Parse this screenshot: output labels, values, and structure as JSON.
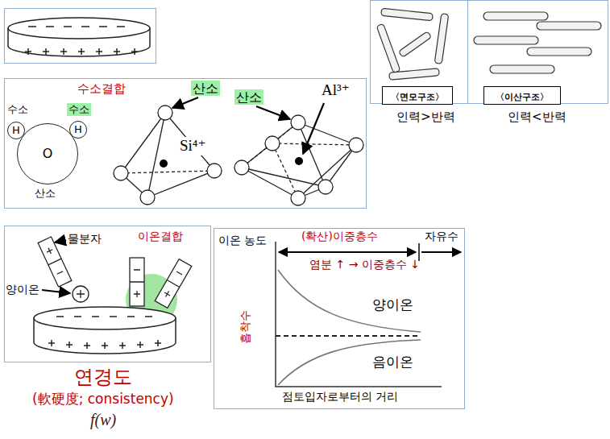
{
  "diagram": {
    "nodes": [
      {
        "text": [
          "〈면모구조〉"
        ]
      },
      {
        "text": [
          "〈이산구조〉"
        ]
      },
      {
        "text": [
          "수소결합",
          "수소",
          "산소",
          "Si⁴⁺",
          "Al³⁺"
        ]
      },
      {
        "text": [
          "O"
        ],
        "in": 2
      },
      {
        "text": [
          "H"
        ],
        "in": 2
      },
      {
        "text": [
          "H"
        ],
        "in": 2
      },
      {
        "text": [
          "수소"
        ],
        "in": 2
      },
      {
        "text": [
          "산소"
        ],
        "in": 2
      },
      {
        "text": [
          "산소"
        ],
        "in": 2
      },
      {
        "text": [
          "물분자",
          "이온결합",
          "양이온"
        ]
      },
      {
        "text": [
          "이온 농도",
          "(확산)이중층수",
          "자유수",
          "염분 ↑ → 이중층수 ↓",
          "양이온",
          "음이온",
          "흡착수",
          "점토입자로부터의 거리"
        ]
      }
    ],
    "labels": [
      "인력>반력",
      "인력<반력",
      "연경도",
      "(軟硬度; consistency)",
      "f(w)"
    ]
  }
}
